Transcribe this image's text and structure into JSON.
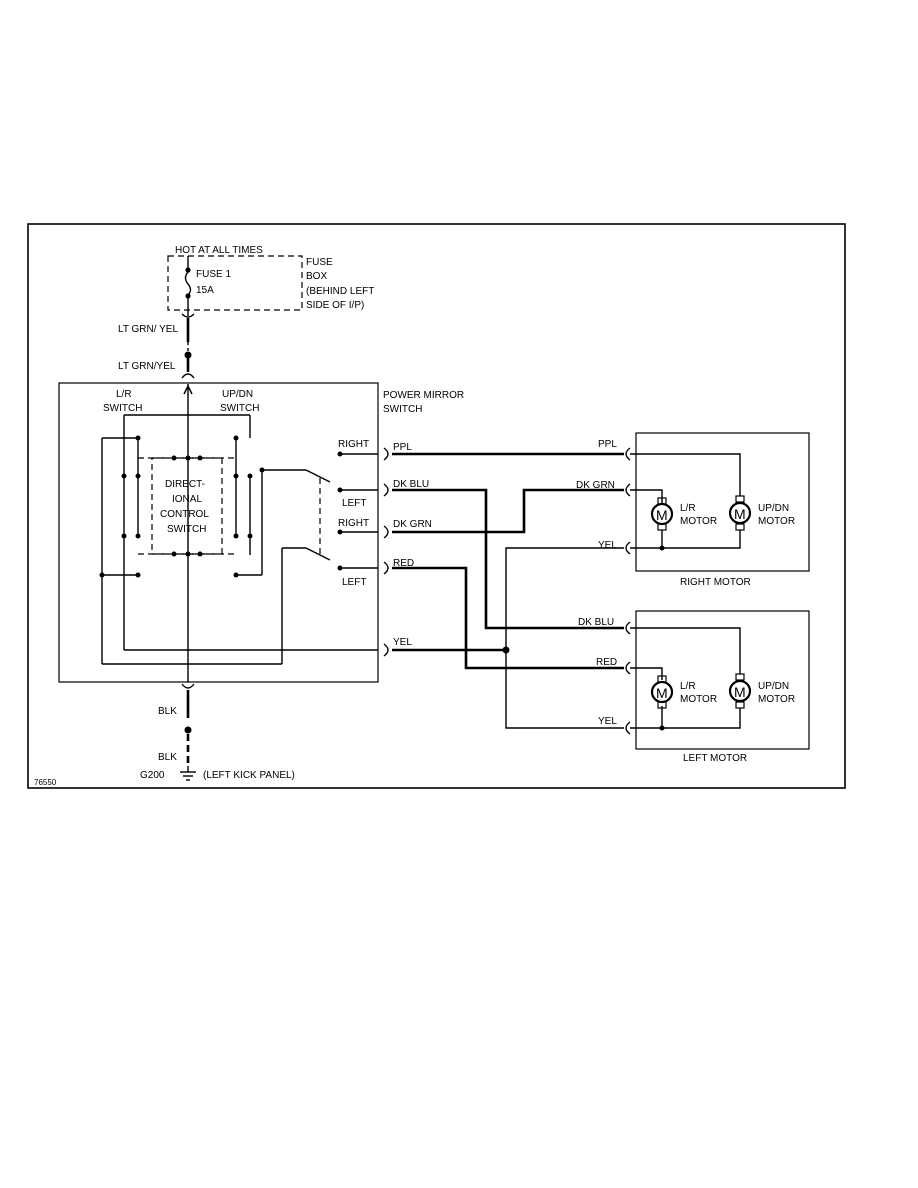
{
  "fuse_box": {
    "hot_label": "HOT AT ALL TIMES",
    "fuse_name": "FUSE 1",
    "fuse_rating": "15A",
    "box_line1": "FUSE",
    "box_line2": "BOX",
    "box_line3": "(BEHIND LEFT",
    "box_line4": "SIDE OF I/P)"
  },
  "feed_wire": {
    "upper_label": "LT GRN/ YEL",
    "lower_label": "LT GRN/YEL"
  },
  "switch_assembly": {
    "title_line1": "POWER MIRROR",
    "title_line2": "SWITCH",
    "lr_line1": "L/R",
    "lr_line2": "SWITCH",
    "updn_line1": "UP/DN",
    "updn_line2": "SWITCH",
    "dir_line1": "DIRECT-",
    "dir_line2": "IONAL",
    "dir_line3": "CONTROL",
    "dir_line4": "SWITCH",
    "right_label_1": "RIGHT",
    "left_label_1": "LEFT",
    "right_label_2": "RIGHT",
    "left_label_2": "LEFT"
  },
  "wires": {
    "ppl_switch": "PPL",
    "dkblu_switch": "DK BLU",
    "dkgrn_switch": "DK GRN",
    "red_switch": "RED",
    "yel_switch": "YEL",
    "ppl_motor": "PPL",
    "dkgrn_motor": "DK GRN",
    "yel_right_motor": "YEL",
    "dkblu_motor": "DK BLU",
    "red_motor": "RED",
    "yel_left_motor": "YEL"
  },
  "right_motor": {
    "caption": "RIGHT MOTOR",
    "m1_symbol": "M",
    "m1_line1": "L/R",
    "m1_line2": "MOTOR",
    "m2_symbol": "M",
    "m2_line1": "UP/DN",
    "m2_line2": "MOTOR"
  },
  "left_motor": {
    "caption": "LEFT MOTOR",
    "m1_symbol": "M",
    "m1_line1": "L/R",
    "m1_line2": "MOTOR",
    "m2_symbol": "M",
    "m2_line1": "UP/DN",
    "m2_line2": "MOTOR"
  },
  "ground": {
    "wire_upper": "BLK",
    "wire_lower": "BLK",
    "id": "G200",
    "location": "(LEFT KICK PANEL)"
  },
  "figure_id": "76550"
}
